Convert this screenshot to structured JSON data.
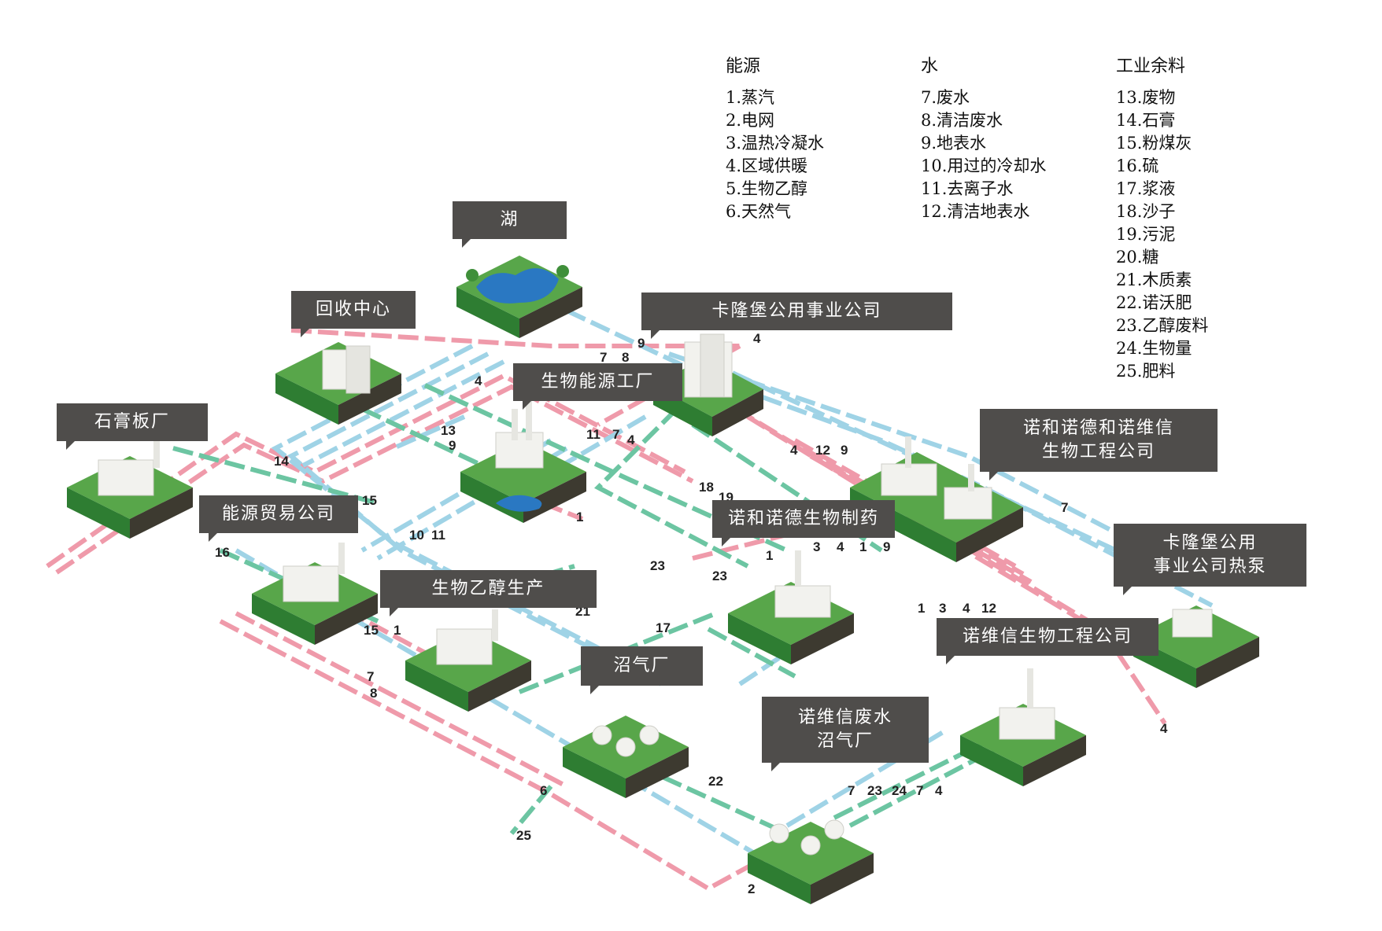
{
  "legend": {
    "energy": {
      "title": "能源",
      "items": [
        "1.蒸汽",
        "2.电网",
        "3.温热冷凝水",
        "4.区域供暖",
        "5.生物乙醇",
        "6.天然气"
      ]
    },
    "water": {
      "title": "水",
      "items": [
        "7.废水",
        "8.清洁废水",
        "9.地表水",
        "10.用过的冷却水",
        "11.去离子水",
        "12.清洁地表水"
      ]
    },
    "material": {
      "title": "工业余料",
      "items": [
        "13.废物",
        "14.石膏",
        "15.粉煤灰",
        "16.硫",
        "17.浆液",
        "18.沙子",
        "19.污泥",
        "20.糖",
        "21.木质素",
        "22.诺沃肥",
        "23.乙醇废料",
        "24.生物量",
        "25.肥料"
      ]
    }
  },
  "callouts": {
    "lake": "湖",
    "recycling": "回收中心",
    "kalundborg_utility": "卡隆堡公用事业公司",
    "bioenergy": "生物能源工厂",
    "gypsum": "石膏板厂",
    "novo_group": "诺和诺德和诺维信\n生物工程公司",
    "energy_trade": "能源贸易公司",
    "novo_pharma": "诺和诺德生物制药",
    "heat_pump": "卡隆堡公用\n事业公司热泵",
    "bioethanol": "生物乙醇生产",
    "novozymes": "诺维信生物工程公司",
    "biogas": "沼气厂",
    "novozymes_biogas": "诺维信废水\n沼气厂"
  },
  "flow_labels": [
    "9",
    "4",
    "7",
    "8",
    "4",
    "13",
    "9",
    "11",
    "7",
    "4",
    "4",
    "12",
    "9",
    "14",
    "15",
    "18",
    "19",
    "1",
    "10",
    "11",
    "16",
    "23",
    "23",
    "1",
    "3",
    "4",
    "1",
    "9",
    "7",
    "1",
    "3",
    "4",
    "12",
    "21",
    "15",
    "1",
    "17",
    "7",
    "8",
    "6",
    "25",
    "22",
    "7",
    "23",
    "24",
    "7",
    "4",
    "4",
    "2"
  ],
  "colors": {
    "energy": "#ef9aaa",
    "water": "#9fd3e6",
    "material": "#6cc5a2",
    "tile_top": "#58a64a",
    "tile_side": "#3d3a30",
    "callout": "#4f4d4b",
    "pond": "#2a78c2"
  }
}
